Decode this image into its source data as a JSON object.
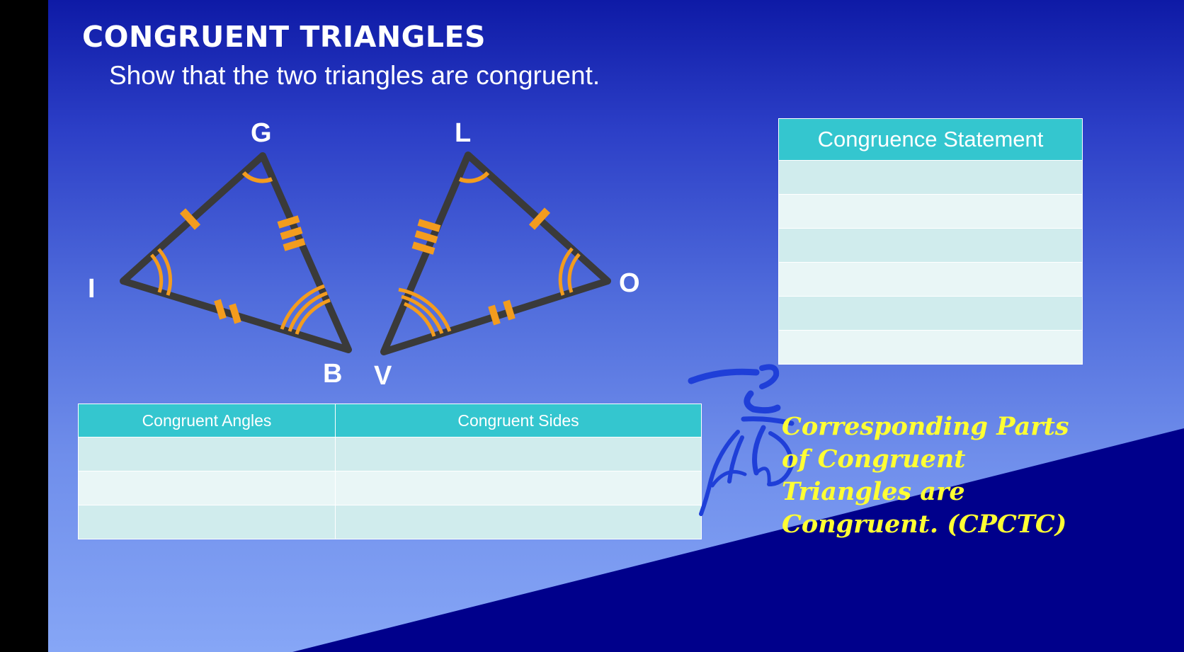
{
  "slide": {
    "title": "CONGRUENT TRIANGLES",
    "subtitle": "Show that the two triangles are congruent."
  },
  "diagram": {
    "triangle_1": {
      "vertices": [
        "G",
        "I",
        "B"
      ]
    },
    "triangle_2": {
      "vertices": [
        "L",
        "V",
        "O"
      ]
    },
    "stroke_color": "#3a3a3a",
    "mark_color": "#f39c1e"
  },
  "congruence_table": {
    "header": "Congruence Statement",
    "rows": [
      "",
      "",
      "",
      "",
      "",
      ""
    ]
  },
  "parts_table": {
    "headers": [
      "Congruent Angles",
      "Congruent Sides"
    ],
    "rows": [
      [
        "",
        ""
      ],
      [
        "",
        ""
      ],
      [
        "",
        ""
      ]
    ]
  },
  "cpctc_note": {
    "lines": [
      "Corresponding Parts",
      "of Congruent",
      "Triangles are",
      "Congruent. (CPCTC)"
    ],
    "color": "#ffff33"
  },
  "colors": {
    "header_fill": "#34c6cf",
    "row_dark": "#d0eced",
    "row_light": "#e9f6f6",
    "wedge": "#00008b"
  }
}
